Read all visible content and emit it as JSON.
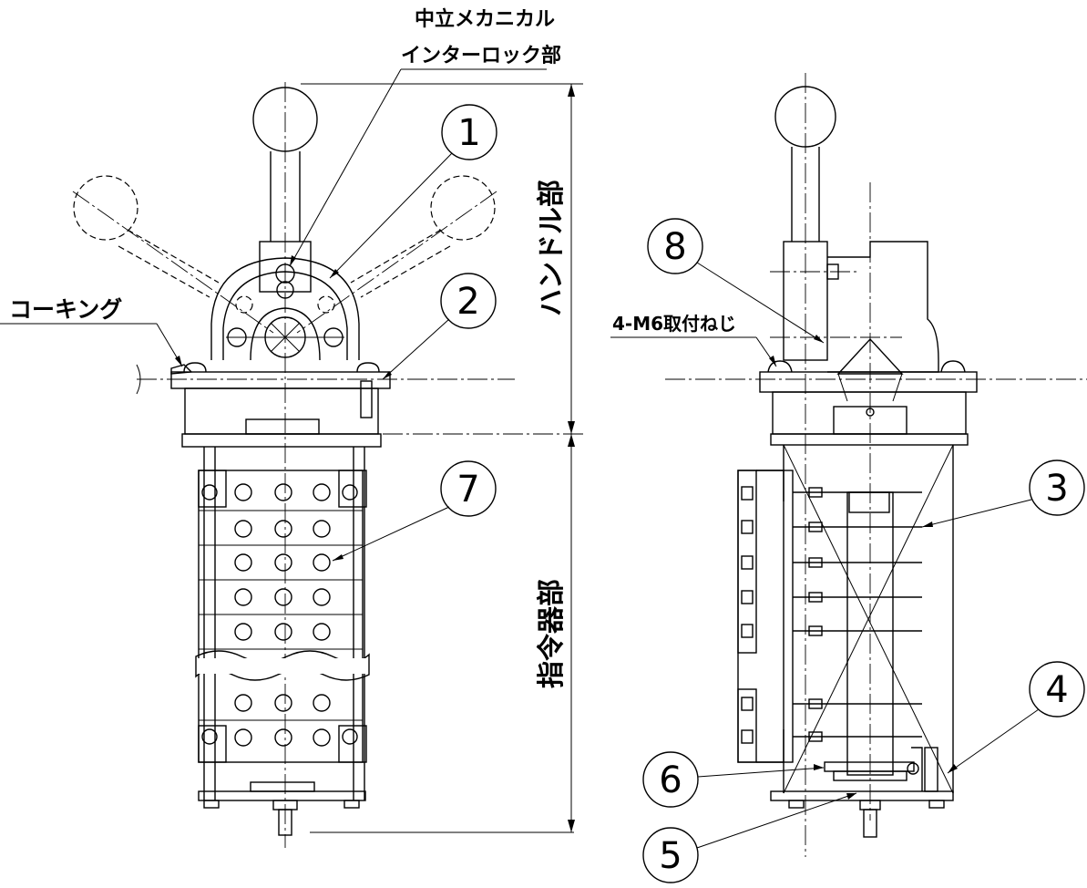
{
  "labels": {
    "interlock_line1": "中立メカニカル",
    "interlock_line2": "インターロック部",
    "caulking": "コーキング",
    "mount_screw": "4-M6取付ねじ",
    "handle_section": "ハンドル部",
    "command_section": "指令器部"
  },
  "callouts": [
    "1",
    "2",
    "3",
    "4",
    "5",
    "6",
    "7",
    "8"
  ]
}
